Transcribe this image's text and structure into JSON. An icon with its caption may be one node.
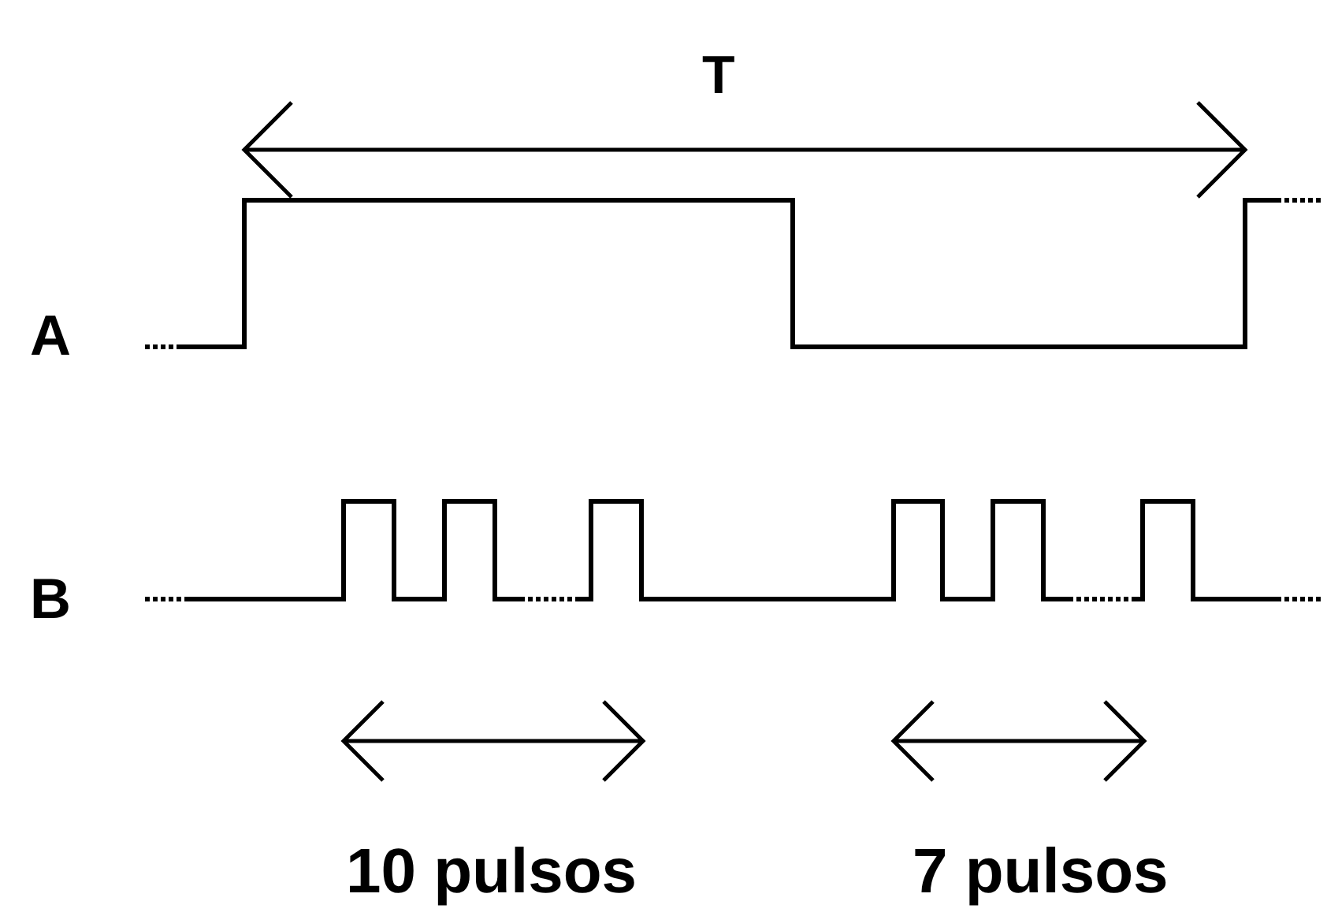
{
  "diagram": {
    "labels": [
      "T",
      "A",
      "B",
      "10 pulsos",
      "7 pulsos"
    ]
  }
}
